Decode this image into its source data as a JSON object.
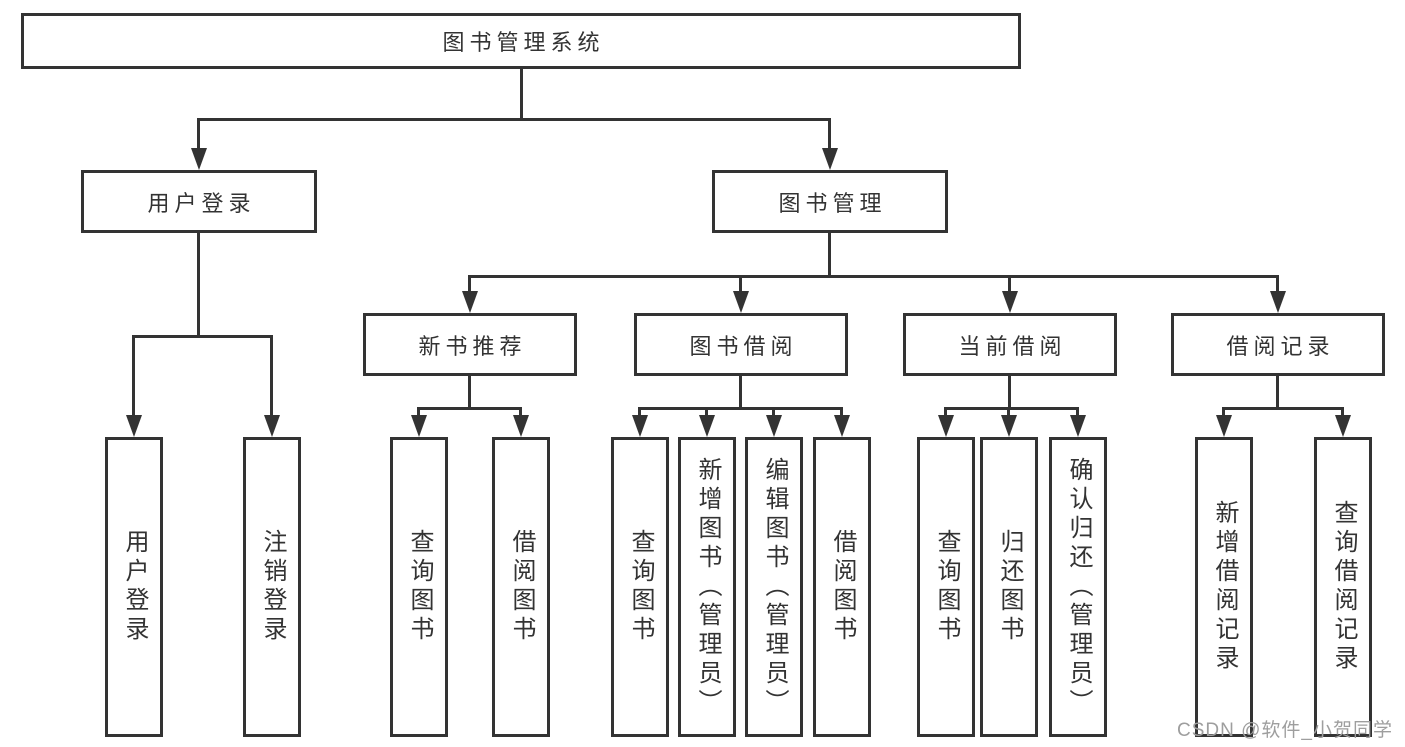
{
  "colors": {
    "background": "#ffffff",
    "line": "#333333",
    "border": "#333333",
    "text": "#333333",
    "watermark": "#9e9e9e"
  },
  "diagram": {
    "root": {
      "label": "图书管理系统"
    },
    "level2": [
      {
        "label": "用户登录"
      },
      {
        "label": "图书管理"
      }
    ],
    "level3": [
      {
        "label": "新书推荐"
      },
      {
        "label": "图书借阅"
      },
      {
        "label": "当前借阅"
      },
      {
        "label": "借阅记录"
      }
    ],
    "leaves": [
      {
        "label": "用户登录"
      },
      {
        "label": "注销登录"
      },
      {
        "label": "查询图书"
      },
      {
        "label": "借阅图书"
      },
      {
        "label": "查询图书"
      },
      {
        "label": "新增图书（管理员）"
      },
      {
        "label": "编辑图书（管理员）"
      },
      {
        "label": "借阅图书"
      },
      {
        "label": "查询图书"
      },
      {
        "label": "归还图书"
      },
      {
        "label": "确认归还（管理员）"
      },
      {
        "label": "新增借阅记录"
      },
      {
        "label": "查询借阅记录"
      }
    ]
  },
  "watermark": {
    "text": "CSDN @软件_小贺同学"
  }
}
